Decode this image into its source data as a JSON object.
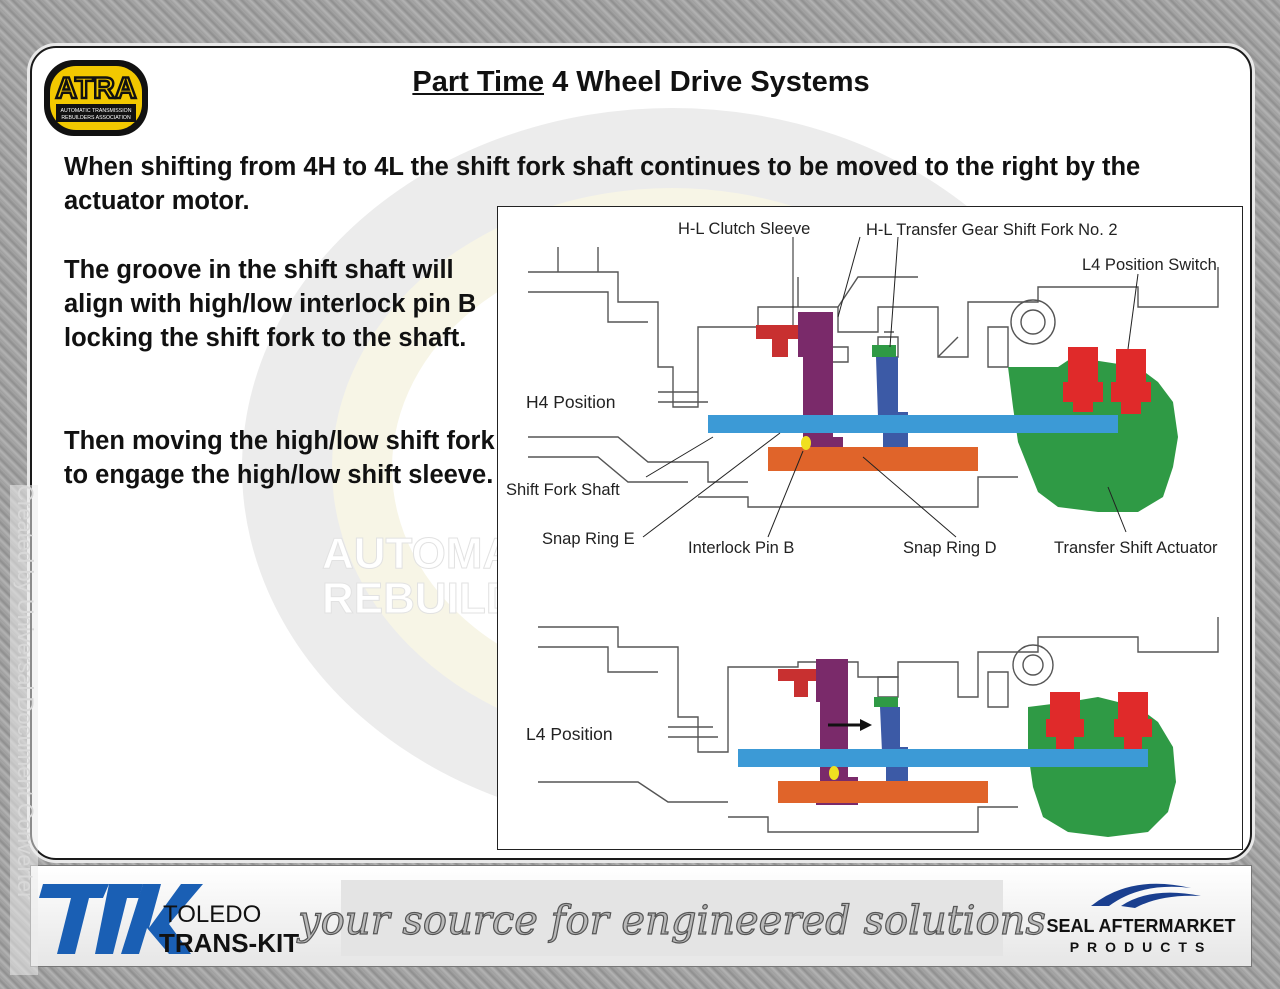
{
  "title": {
    "underlined": "Part Time",
    "rest": " 4 Wheel Drive Systems"
  },
  "paragraphs": [
    "When shifting from 4H to 4L the shift fork shaft continues to be moved to the right by the actuator motor.",
    "The groove in the shift shaft will align with high/low interlock pin B locking the shift fork to the shaft.",
    "Then moving the high/low shift fork to engage the high/low shift sleeve."
  ],
  "logos": {
    "atra": "ATRA",
    "atra_sub1": "AUTOMATIC TRANSMISSION",
    "atra_sub2": "REBUILDERS ASSOCIATION",
    "watermark_line1": "AUTOMATIC TRANSMISSION",
    "watermark_line2": "REBUILDERS ASSOCIATION"
  },
  "diagram": {
    "labels": {
      "hl_clutch_sleeve": "H-L Clutch Sleeve",
      "hl_transfer_fork": "H-L Transfer Gear Shift Fork No. 2",
      "l4_switch": "L4 Position Switch",
      "h4_position": "H4 Position",
      "shift_fork_shaft": "Shift Fork Shaft",
      "snap_ring_e": "Snap Ring E",
      "interlock_pin_b": "Interlock Pin B",
      "snap_ring_d": "Snap Ring D",
      "transfer_shift_actuator": "Transfer Shift Actuator",
      "l4_position": "L4 Position"
    },
    "colors": {
      "shaft": "#3c9ad6",
      "fork": "#7a2a6a",
      "sleeve": "#e0642a",
      "actuator": "#2f9a45",
      "switch": "#e02a2a",
      "pin": "#f0e020",
      "clutch": "#c83030"
    }
  },
  "footer": {
    "ttk1": "TOLEDO",
    "ttk2": "TRANS-KIT",
    "slogan": "your source for engineered solutions",
    "seal1": "SEAL AFTERMARKET",
    "seal2": "PRODUCTS"
  },
  "credit": "Created by Universal Document Converter"
}
